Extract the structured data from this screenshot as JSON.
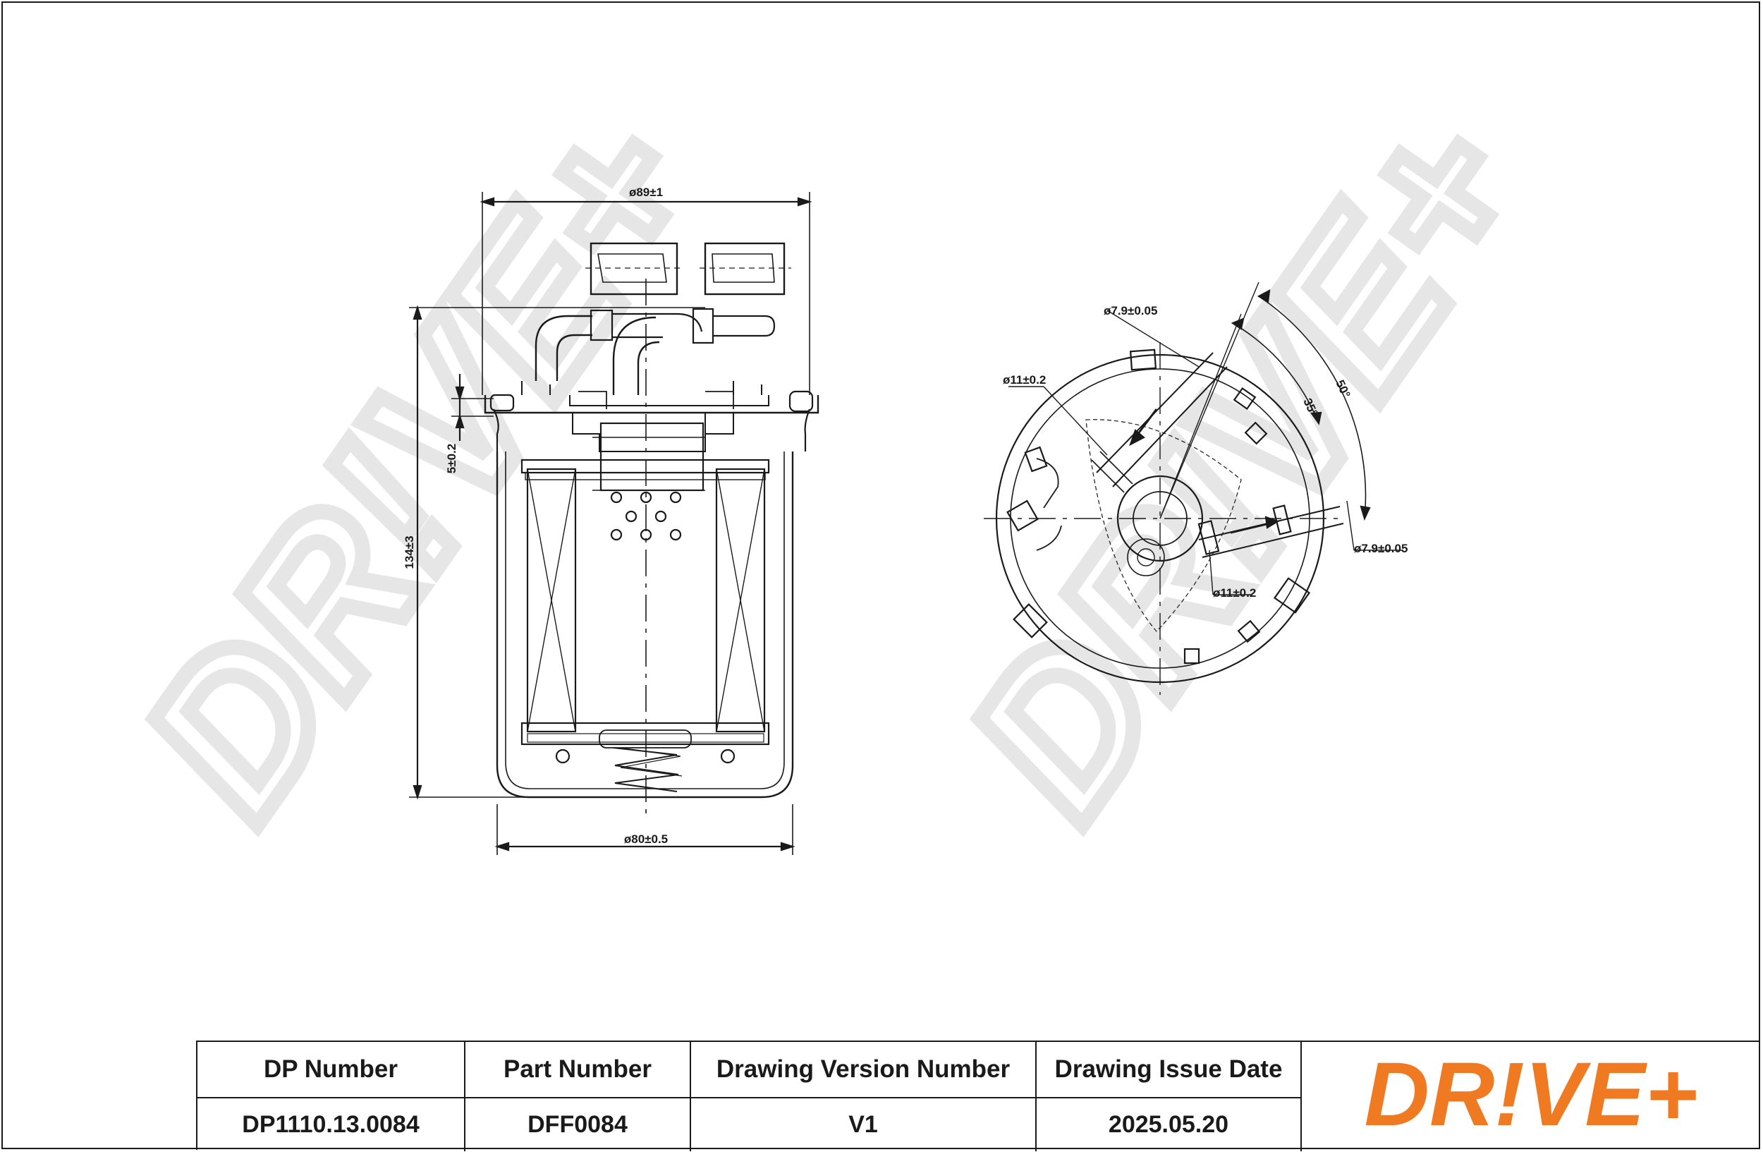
{
  "dimensions": {
    "top_diameter": "ø89±1",
    "bottom_diameter": "ø80±0.5",
    "height": "134±3",
    "flange": "5±0.2",
    "port_a_diameter": "ø7.9±0.05",
    "port_b_diameter": "ø7.9±0.05",
    "inner_a_diameter": "ø11±0.2",
    "inner_b_diameter": "ø11±0.2",
    "angle_a": "35°",
    "angle_b": "50°"
  },
  "title_block": {
    "headers": [
      "DP Number",
      "Part Number",
      "Drawing Version Number",
      "Drawing Issue Date"
    ],
    "values": [
      "DP1110.13.0084",
      "DFF0084",
      "V1",
      "2025.05.20"
    ]
  },
  "logo": {
    "text": "DR!VE+",
    "color": "#f07a22"
  },
  "watermark": {
    "text": "DR!VE+",
    "color": "#e6e6e6"
  },
  "colors": {
    "line": "#1a1a1a",
    "accent": "#f07a22"
  }
}
